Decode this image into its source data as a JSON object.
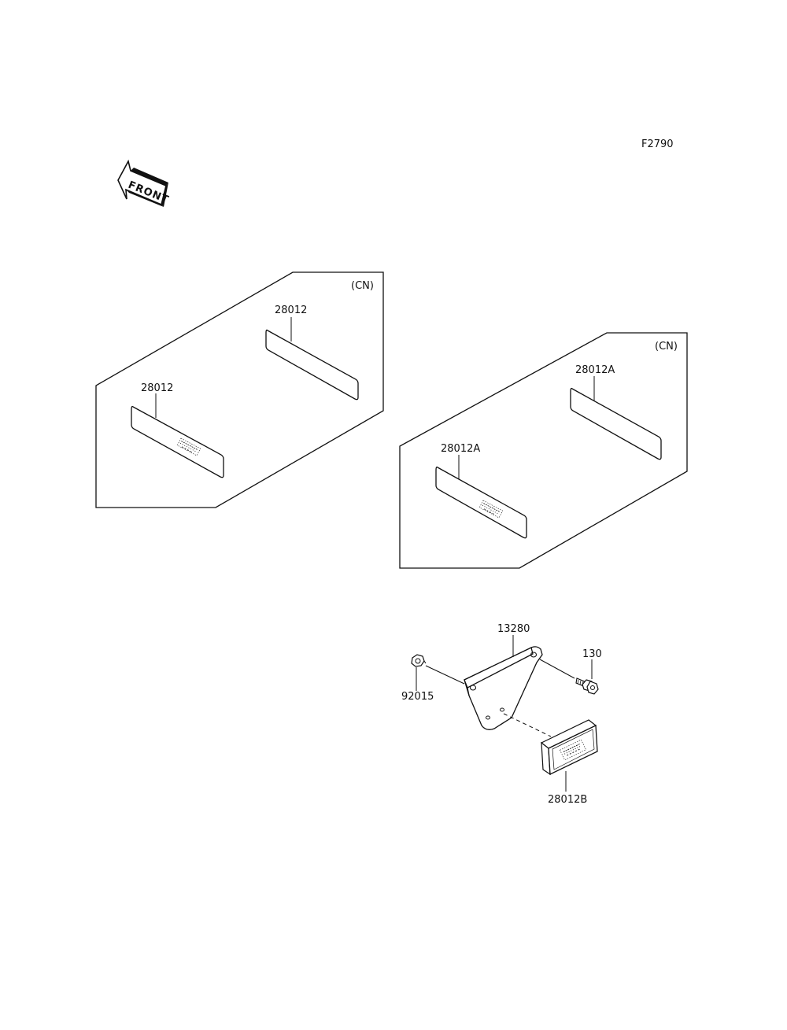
{
  "figure_code": "F2790",
  "front_arrow_label": "FRONT",
  "groups": [
    {
      "market_tag": "(CN)",
      "upper_part_label": "28012",
      "lower_part_label": "28012"
    },
    {
      "market_tag": "(CN)",
      "upper_part_label": "28012A",
      "lower_part_label": "28012A"
    }
  ],
  "assembly": {
    "bracket_label": "13280",
    "bolt_label": "130",
    "nut_label": "92015",
    "reflector_label": "28012B"
  }
}
